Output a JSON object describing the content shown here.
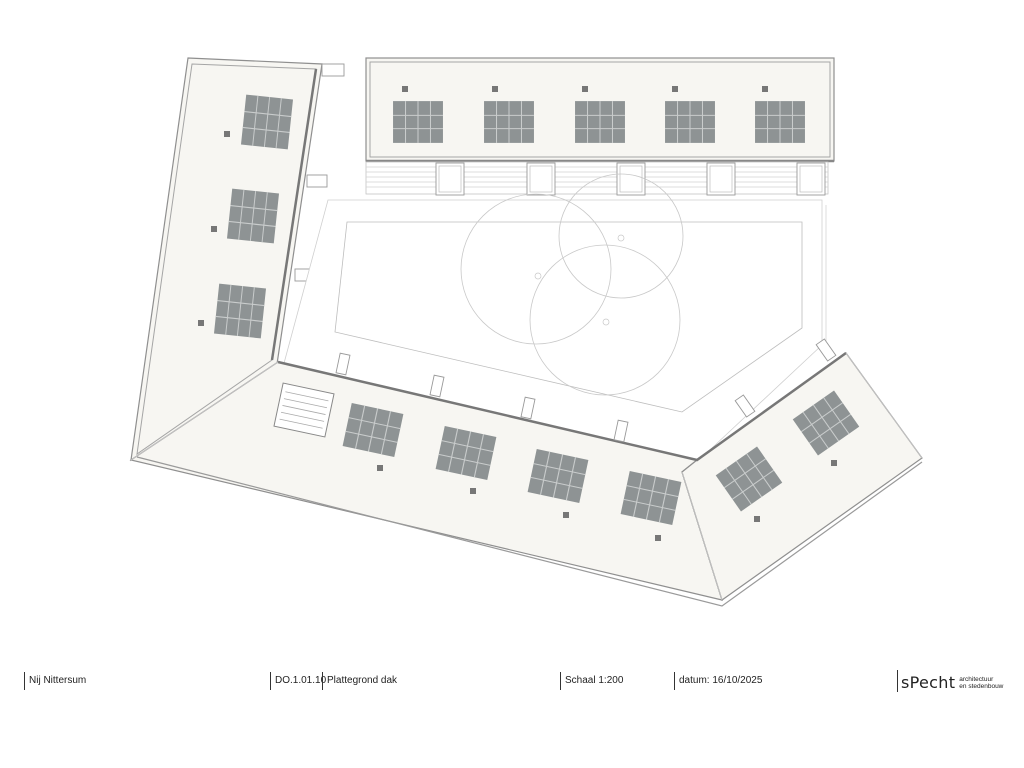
{
  "title_block": {
    "project": "Nij Nittersum",
    "drawing_number": "DO.1.01.10",
    "drawing_title": "Plattegrond dak",
    "scale": "Schaal 1:200",
    "date": "datum: 16/10/2025"
  },
  "logo": {
    "wordmark": "sPecht",
    "line1": "architectuur",
    "line2": "en stedenbouw"
  },
  "colors": {
    "roof_fill": "#f7f6f2",
    "outline": "#8f8f8f",
    "solar_panel": "#8e9394",
    "panel_grid": "#c9cccc",
    "text": "#222222"
  }
}
